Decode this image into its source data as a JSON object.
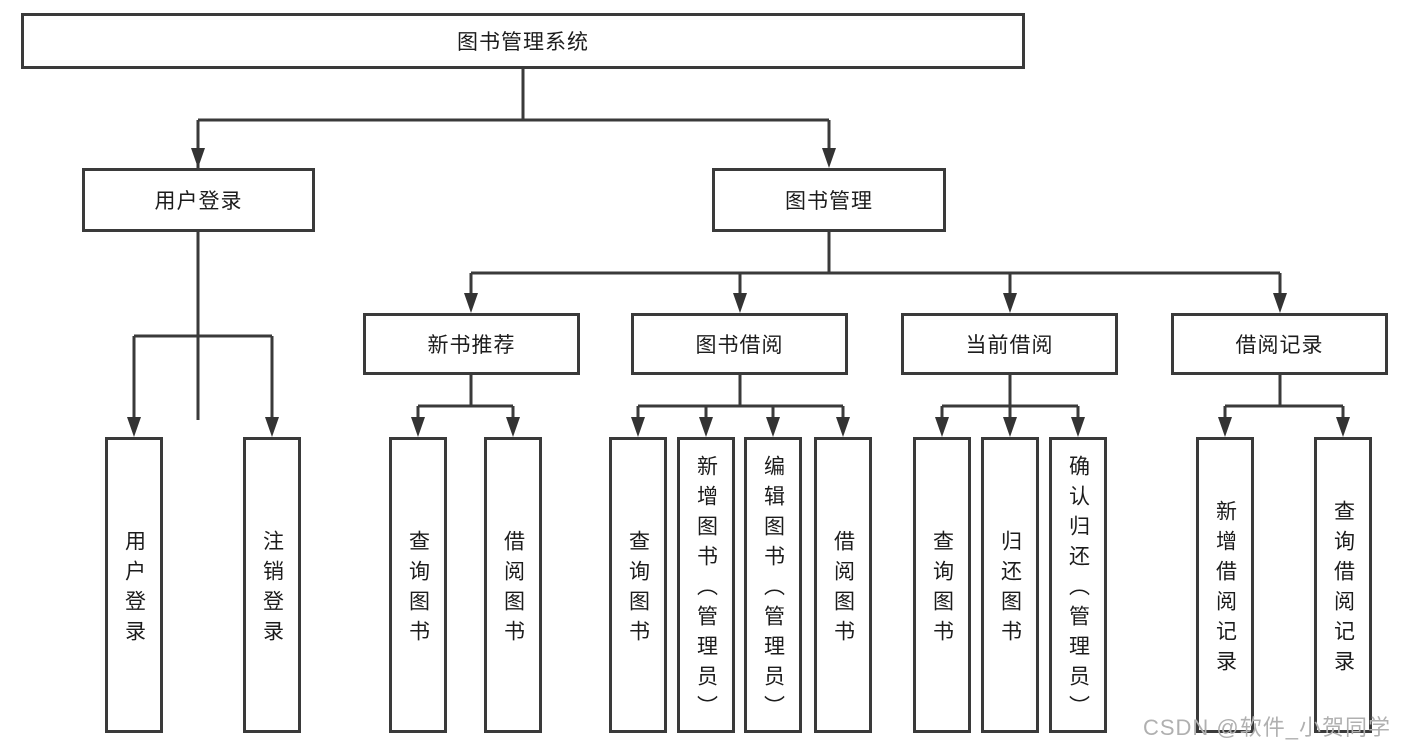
{
  "diagram": {
    "root": {
      "label": "图书管理系统"
    },
    "branches": [
      {
        "id": "user-login",
        "label": "用户登录",
        "leaves": [
          "用户登录",
          "注销登录"
        ]
      },
      {
        "id": "book-management",
        "label": "图书管理",
        "groups": [
          {
            "label": "新书推荐",
            "leaves": [
              "查询图书",
              "借阅图书"
            ]
          },
          {
            "label": "图书借阅",
            "leaves": [
              "查询图书",
              "新增图书（管理员）",
              "编辑图书（管理员）",
              "借阅图书"
            ]
          },
          {
            "label": "当前借阅",
            "leaves": [
              "查询图书",
              "归还图书",
              "确认归还（管理员）"
            ]
          },
          {
            "label": "借阅记录",
            "leaves": [
              "新增借阅记录",
              "查询借阅记录"
            ]
          }
        ]
      }
    ]
  },
  "watermark": "CSDN @软件_小贺同学",
  "colors": {
    "line": "#3a3a3a",
    "arrow": "#333333",
    "text": "#1c1c1c",
    "watermark_text": "#b0b0b0",
    "background": "#ffffff"
  }
}
